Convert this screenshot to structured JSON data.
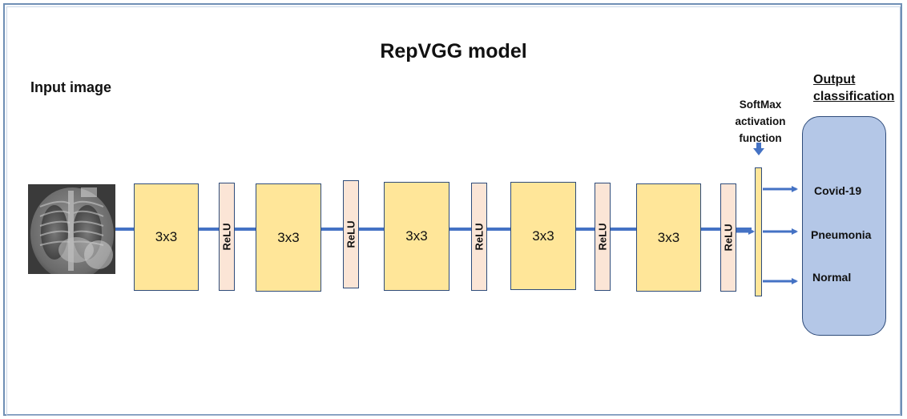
{
  "title": "RepVGG model",
  "input_label": "Input image",
  "output_label": [
    "Output",
    "classification"
  ],
  "softmax_label": [
    "SoftMax",
    "activation",
    "function"
  ],
  "blocks": [
    {
      "conv": "3x3",
      "activation": "ReLU"
    },
    {
      "conv": "3x3",
      "activation": "ReLU"
    },
    {
      "conv": "3x3",
      "activation": "ReLU"
    },
    {
      "conv": "3x3",
      "activation": "ReLU"
    },
    {
      "conv": "3x3",
      "activation": "ReLU"
    }
  ],
  "classes": [
    "Covid-19",
    "Pneumonia",
    "Normal"
  ],
  "colors": {
    "conv_fill": "#ffe699",
    "relu_fill": "#fbe5d6",
    "output_fill": "#b4c7e7",
    "connector": "#4472c4",
    "frame": "#6f8fb5"
  }
}
